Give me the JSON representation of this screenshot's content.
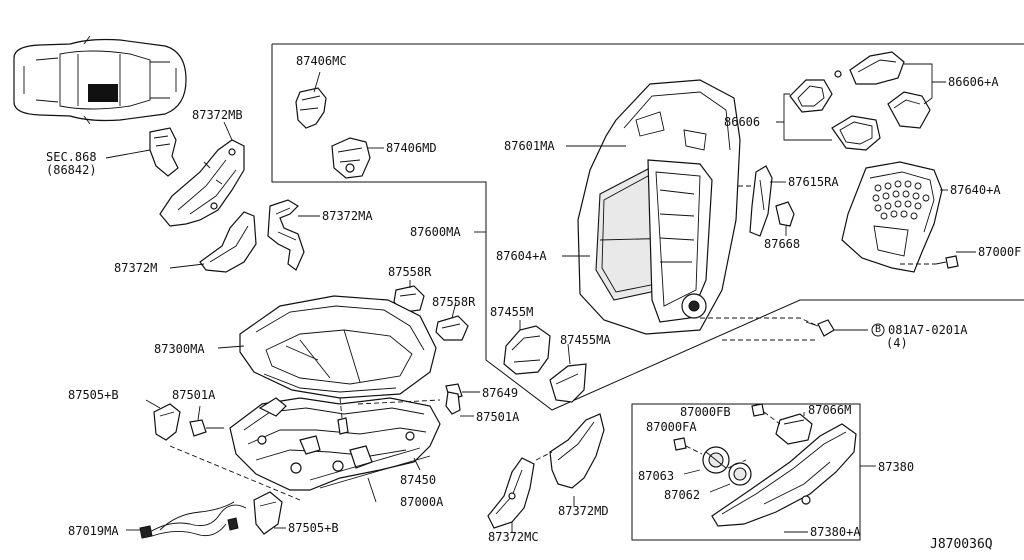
{
  "diagram_id": "J870036Q",
  "labels": {
    "sec868": "SEC.868",
    "sec868_sub": "(86842)",
    "p87372MB": "87372MB",
    "p87372MA": "87372MA",
    "p87372M": "87372M",
    "p87406MC": "87406MC",
    "p87406MD": "87406MD",
    "p87601MA": "87601MA",
    "p87600MA": "87600MA",
    "p87604A": "87604+A",
    "p86606A": "86606+A",
    "p86606": "86606",
    "p87615RA": "87615RA",
    "p87640A": "87640+A",
    "p87668": "87668",
    "p87000F": "87000F",
    "p081A7": "081A7-0201A",
    "p081A7_qty": "(4)",
    "bolt_symbol": "B",
    "p87558R_1": "87558R",
    "p87558R_2": "87558R",
    "p87455M": "87455M",
    "p87455MA": "87455MA",
    "p87300MA": "87300MA",
    "p87649": "87649",
    "p87501A_1": "87501A",
    "p87501A_2": "87501A",
    "p87505B_1": "87505+B",
    "p87505B_2": "87505+B",
    "p87450": "87450",
    "p87000A": "87000A",
    "p87019MA": "87019MA",
    "p87372MC": "87372MC",
    "p87372MD": "87372MD",
    "p87000FB": "87000FB",
    "p87066M": "87066M",
    "p87000FA": "87000FA",
    "p87063": "87063",
    "p87062": "87062",
    "p87380": "87380",
    "p87380A": "87380+A"
  }
}
